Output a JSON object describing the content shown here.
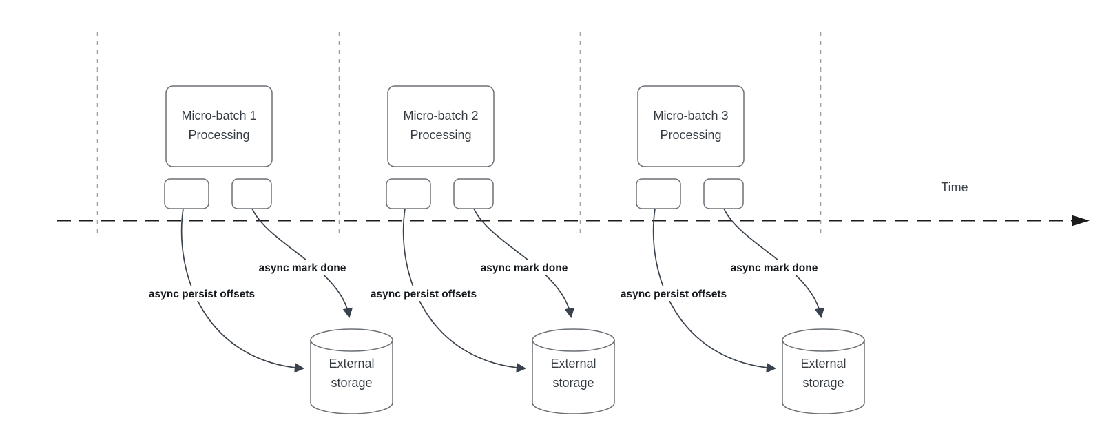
{
  "time_axis": {
    "label": "Time"
  },
  "groups": [
    {
      "process_label": [
        "Micro-batch 1",
        "Processing"
      ],
      "persist_arrow_label": "async persist offsets",
      "done_arrow_label": "async mark done",
      "storage_label": [
        "External",
        "storage"
      ]
    },
    {
      "process_label": [
        "Micro-batch 2",
        "Processing"
      ],
      "persist_arrow_label": "async persist offsets",
      "done_arrow_label": "async mark done",
      "storage_label": [
        "External",
        "storage"
      ]
    },
    {
      "process_label": [
        "Micro-batch 3",
        "Processing"
      ],
      "persist_arrow_label": "async persist offsets",
      "done_arrow_label": "async mark done",
      "storage_label": [
        "External",
        "storage"
      ]
    }
  ],
  "colors": {
    "background": "#ffffff",
    "shape_stroke": "#6b7076",
    "arrow_stroke": "#3a434d",
    "guide_line": "#9ea2aa",
    "timeline": "#1c1c1c",
    "shape_text": "#333a40",
    "arrow_label_text": "#15191d"
  }
}
